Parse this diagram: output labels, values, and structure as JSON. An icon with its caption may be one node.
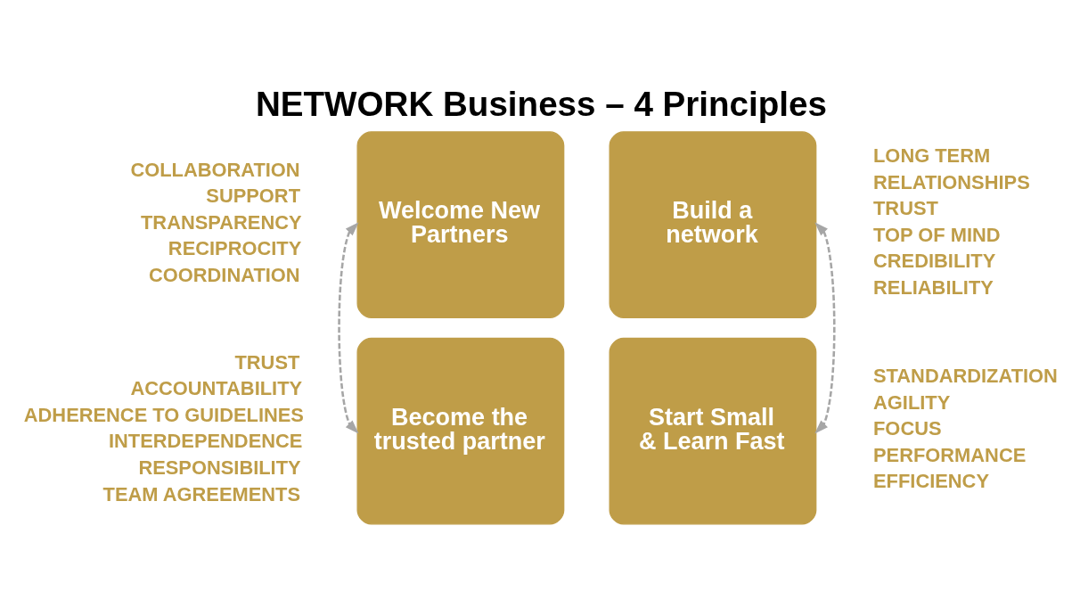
{
  "diagram": {
    "title": "NETWORK Business – 4 Principles",
    "nodes": [
      {
        "text": [
          "Welcome New Partners"
        ],
        "beside": [
          "COLLABORATION",
          "SUPPORT",
          "TRANSPARENCY",
          "RECIPROCITY",
          "COORDINATION"
        ]
      },
      {
        "text": [
          "Build a network"
        ],
        "beside": [
          "LONG TERM",
          "RELATIONSHIPS",
          "TRUST",
          "TOP OF MIND",
          "CREDIBILITY",
          "RELIABILITY"
        ]
      },
      {
        "text": [
          "Become the trusted partner"
        ],
        "beside": [
          "TRUST",
          "ACCOUNTABILITY",
          "ADHERENCE TO GUIDELINES",
          "INTERDEPENDENCE",
          "RESPONSIBILITY",
          "TEAM AGREEMENTS"
        ]
      },
      {
        "text": [
          "Start Small & Learn Fast"
        ],
        "beside": [
          "STANDARDIZATION",
          "AGILITY",
          "FOCUS",
          "PERFORMANCE",
          "EFFICIENCY"
        ]
      }
    ],
    "edges": [
      {
        "from": 0,
        "to": 2,
        "arrow": "both",
        "style": "dashed"
      },
      {
        "from": 1,
        "to": 3,
        "arrow": "both",
        "style": "dashed"
      }
    ]
  }
}
